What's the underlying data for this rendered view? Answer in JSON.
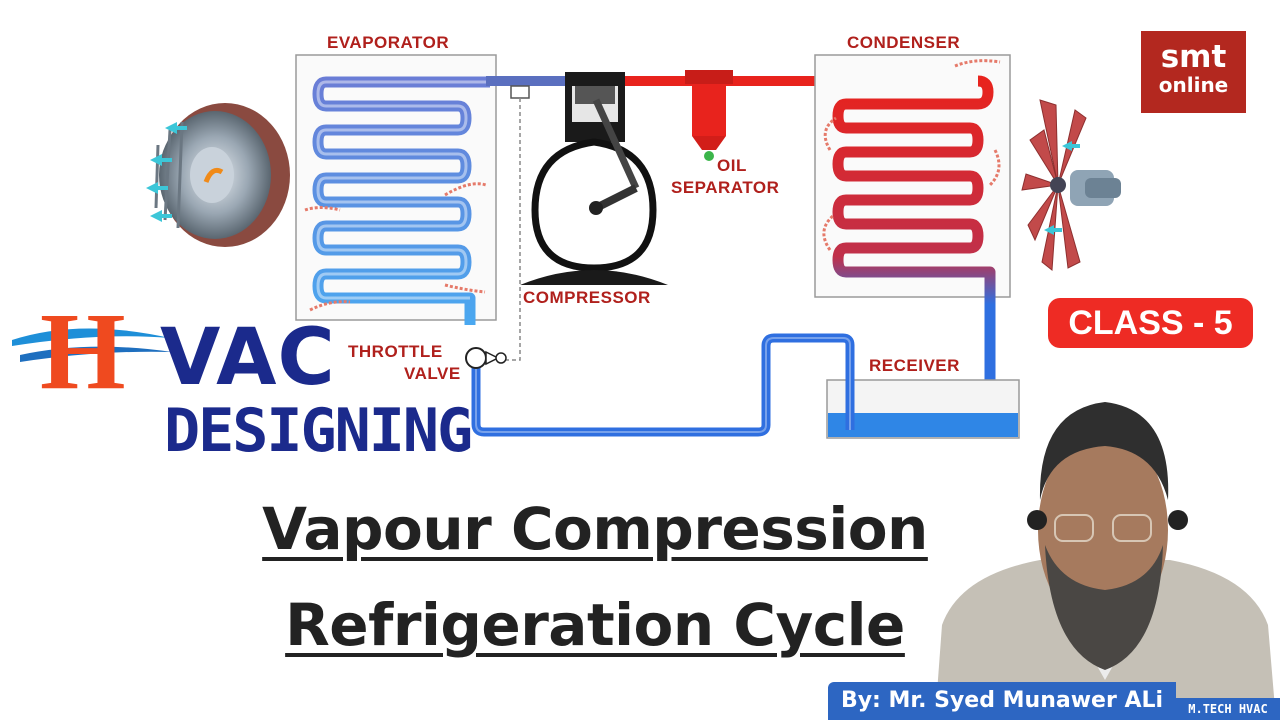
{
  "diagram": {
    "labels": {
      "evaporator": "EVAPORATOR",
      "condenser": "CONDENSER",
      "oil_separator_1": "OIL",
      "oil_separator_2": "SEPARATOR",
      "compressor": "COMPRESSOR",
      "throttle_1": "THROTTLE",
      "throttle_2": "VALVE",
      "receiver": "RECEIVER"
    },
    "colors": {
      "hot_line": "#e8231d",
      "cold_line": "#2f6fe0",
      "suction_line": "#5a6fbf",
      "label_red": "#b0201c"
    }
  },
  "brand": {
    "logo_letter": "H",
    "logo_text": "VAC",
    "logo_sub": "DESIGNING",
    "smt_line1": "smt",
    "smt_line2": "online"
  },
  "badge": {
    "class_label": "CLASS - 5"
  },
  "title": {
    "line1": "Vapour Compression",
    "line2": "Refrigeration Cycle"
  },
  "presenter": {
    "byline": "By: Mr. Syed Munawer ALi",
    "degree": "M.TECH HVAC"
  }
}
